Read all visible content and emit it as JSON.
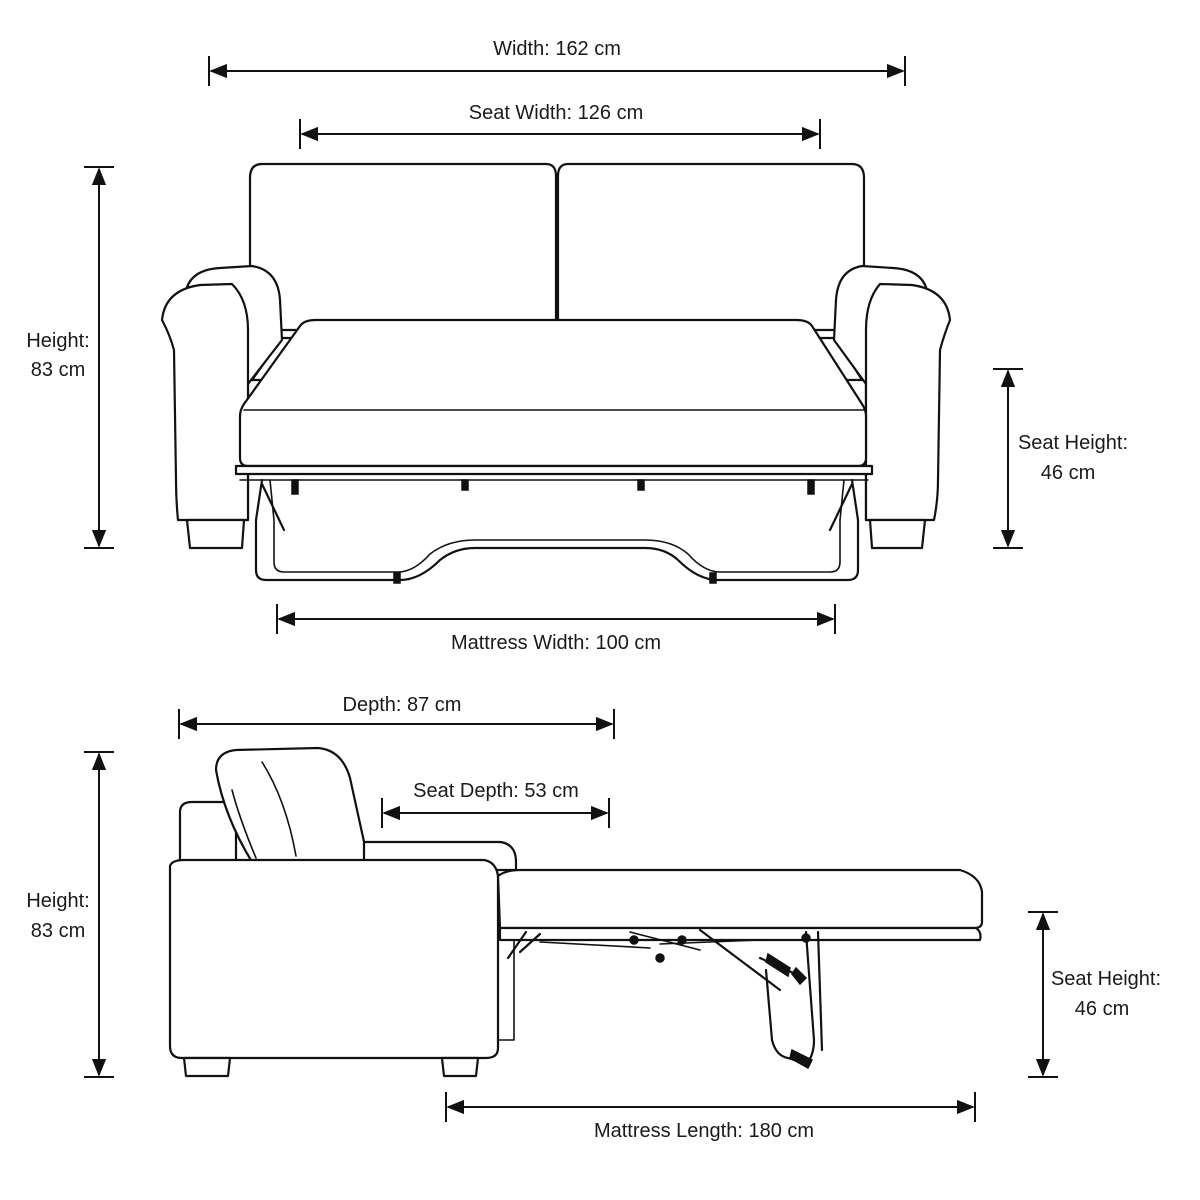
{
  "front_view": {
    "width_label": "Width: 162 cm",
    "seat_width_label": "Seat Width: 126 cm",
    "height_label_1": "Height:",
    "height_label_2": "83 cm",
    "seat_height_label_1": "Seat Height:",
    "seat_height_label_2": "46 cm",
    "mattress_width_label": "Mattress Width: 100 cm"
  },
  "side_view": {
    "depth_label": "Depth: 87 cm",
    "seat_depth_label": "Seat Depth: 53 cm",
    "height_label_1": "Height:",
    "height_label_2": "83 cm",
    "seat_height_label_1": "Seat Height:",
    "seat_height_label_2": "46 cm",
    "mattress_length_label": "Mattress Length: 180 cm"
  }
}
